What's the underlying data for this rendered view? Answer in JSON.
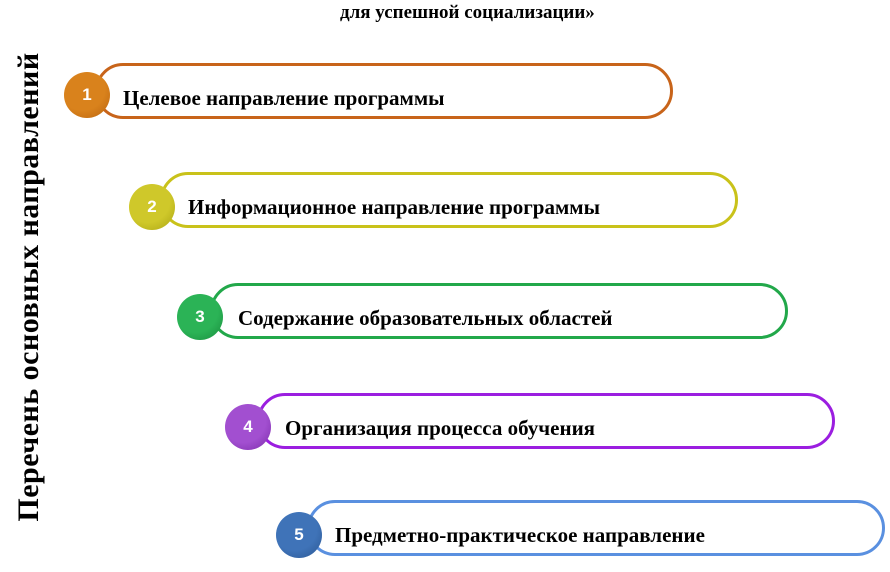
{
  "side_title": "Перечень основных направлений",
  "top_title": "для успешной социализации»",
  "items": [
    {
      "number": "1",
      "label": "Целевое направление программы",
      "color": "#c8641a",
      "circle_color": "#d9821c",
      "circle_dark": "#b8620e"
    },
    {
      "number": "2",
      "label": "Информационное направление программы",
      "color": "#c9c21a",
      "circle_color": "#cfc82a",
      "circle_dark": "#a9a312"
    },
    {
      "number": "3",
      "label": "Содержание образовательных областей",
      "color": "#22a84a",
      "circle_color": "#2bb356",
      "circle_dark": "#188a3c"
    },
    {
      "number": "4",
      "label": "Организация процесса обучения",
      "color": "#9b1ee0",
      "circle_color": "#a24fd0",
      "circle_dark": "#7a2aa8"
    },
    {
      "number": "5",
      "label": "Предметно-практическое направление",
      "color": "#5a90e0",
      "circle_color": "#3f73b8",
      "circle_dark": "#2a5590"
    }
  ]
}
